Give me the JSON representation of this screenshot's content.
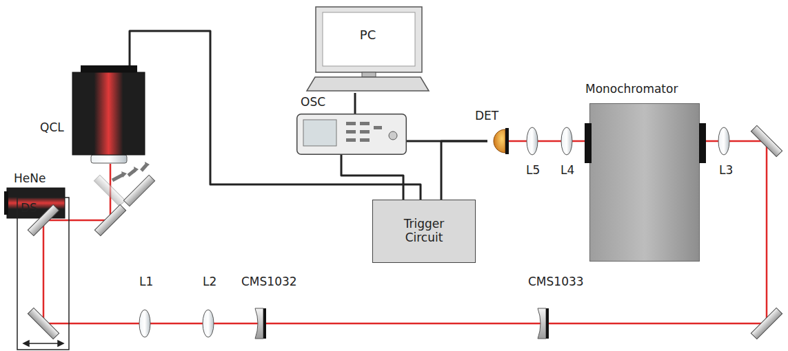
{
  "diagram": {
    "nodes": [
      {
        "text": [
          "QCL"
        ]
      },
      {
        "text": [
          "PC"
        ]
      },
      {
        "text": [
          "OSC"
        ]
      },
      {
        "text": [
          "DET"
        ]
      },
      {
        "text": [
          "Monochromator"
        ]
      },
      {
        "text": [
          "Trigger Circuit"
        ]
      }
    ],
    "edges": [
      {
        "from": 0,
        "to": 5,
        "arrow": "none"
      },
      {
        "from": 1,
        "to": 2,
        "arrow": "none"
      },
      {
        "from": 2,
        "to": 3,
        "arrow": "none"
      },
      {
        "from": 3,
        "to": 5,
        "arrow": "none"
      },
      {
        "from": 2,
        "to": 5,
        "arrow": "none"
      }
    ],
    "labels": [
      "HeNe",
      "DS",
      "L1",
      "L2",
      "CMS1032",
      "CMS1033",
      "L3",
      "L4",
      "L5"
    ]
  }
}
